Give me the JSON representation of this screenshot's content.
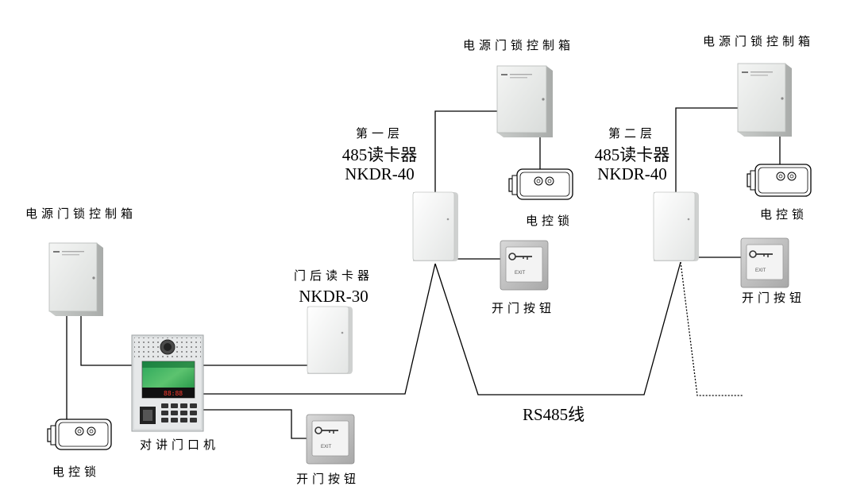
{
  "labels": {
    "power_box_left": "电源门锁控制箱",
    "power_box_mid": "电源门锁控制箱",
    "power_box_right": "电源门锁控制箱",
    "floor1_title": "第一层",
    "floor1_reader_type": "485读卡器",
    "floor1_model": "NKDR-40",
    "floor2_title": "第二层",
    "floor2_reader_type": "485读卡器",
    "floor2_model": "NKDR-40",
    "rear_reader_title": "门后读卡器",
    "rear_reader_model": "NKDR-30",
    "intercom": "对讲门口机",
    "lock_left": "电控锁",
    "lock_mid": "电控锁",
    "lock_right": "电控锁",
    "button_bottom": "开门按钮",
    "button_mid": "开门按钮",
    "button_right": "开门按钮",
    "bus": "RS485线"
  },
  "device_text": {
    "exit_button_text": "EXIT",
    "intercom_display": "88:88"
  },
  "colors": {
    "wire": "#000000",
    "box_face": "#eceeec",
    "reader_face": "#f6f7f6",
    "intercom_screen": "#1f9a4a"
  }
}
